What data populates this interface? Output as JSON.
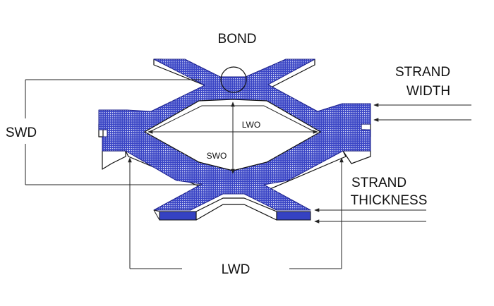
{
  "labels": {
    "bond": "BOND",
    "strand_width_1": "STRAND",
    "strand_width_2": "WIDTH",
    "swd": "SWD",
    "lwo": "LWO",
    "swo": "SWO",
    "strand_thickness_1": "STRAND",
    "strand_thickness_2": "THICKNESS",
    "lwd": "LWD"
  },
  "colors": {
    "strand_fill": "#3b46c6",
    "strand_mesh": "#d7dbf5",
    "edge_solid": "#3542c2",
    "line": "#222222"
  }
}
